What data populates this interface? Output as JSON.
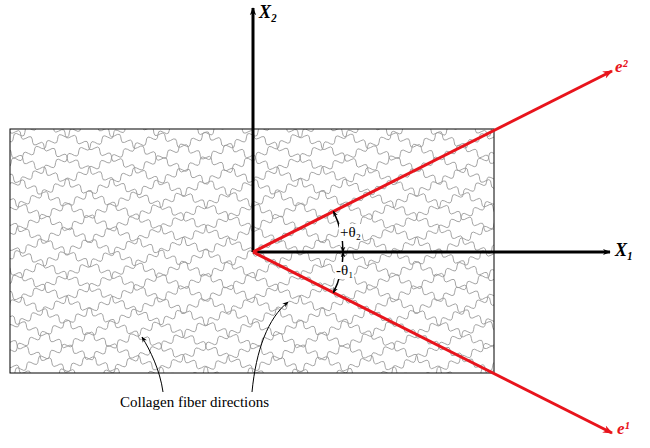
{
  "diagram": {
    "labels": [
      "X₂",
      "X₁",
      "e²",
      "e¹",
      "+θ₂",
      "-θ₁",
      "Collagen fiber directions"
    ]
  }
}
